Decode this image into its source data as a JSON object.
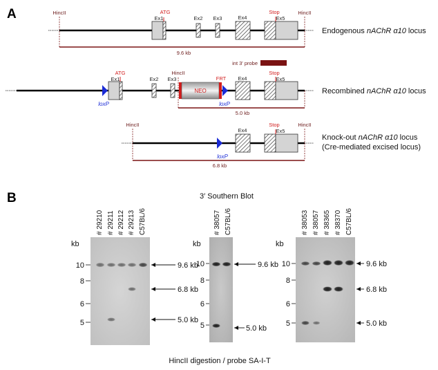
{
  "panel_a": {
    "letter": "A",
    "endogenous": {
      "hincII_left": "HincII",
      "hincII_right": "HincII",
      "atg": "ATG",
      "stop": "Stop",
      "exons": [
        "Ex1",
        "Ex2",
        "Ex3",
        "Ex4",
        "Ex5"
      ],
      "size": "9.6 kb",
      "desc_prefix": "Endogenous ",
      "desc_gene": "nAChR α10",
      "desc_suffix": " locus"
    },
    "probe_label": "int 3' probe",
    "recombined": {
      "atg": "ATG",
      "hincII": "HincII",
      "frt": "FRT",
      "stop": "Stop",
      "neo": "NEO",
      "exons": [
        "Ex1",
        "Ex2",
        "Ex3",
        "Ex4",
        "Ex5"
      ],
      "loxp_left": "loxP",
      "loxp_right": "loxP",
      "size": "5.0 kb",
      "desc_prefix": "Recombined ",
      "desc_gene": "nAChR α10",
      "desc_suffix": " locus"
    },
    "knockout": {
      "hincII_left": "HincII",
      "hincII_right": "HincII",
      "stop": "Stop",
      "exons": [
        "Ex4",
        "Ex5"
      ],
      "loxp": "loxP",
      "size": "6.8 kb",
      "desc_line1_prefix": "Knock-out ",
      "desc_line1_gene": "nAChR α10",
      "desc_line1_suffix": " locus",
      "desc_line2": "(Cre-mediated excised locus)"
    },
    "colors": {
      "red": "#d11c1c",
      "dark_red": "#7a1212",
      "blue": "#1a2bd6",
      "exon_fill": "#d4d4d4"
    }
  },
  "panel_b": {
    "letter": "B",
    "title": "3′ Southern Blot",
    "footer": "HincII digestion / probe SA-I-T",
    "blot1": {
      "lanes": [
        "# 29210",
        "# 29211",
        "# 29212",
        "# 29213",
        "C57BL/6"
      ],
      "kb_unit": "kb",
      "ladder": [
        "10",
        "8",
        "6",
        "5"
      ],
      "arrows": [
        "9.6 kb",
        "6.8 kb",
        "5.0 kb"
      ]
    },
    "blot2": {
      "lanes": [
        "# 38057",
        "C57BL/6"
      ],
      "kb_unit": "kb",
      "ladder": [
        "10",
        "8",
        "6",
        "5"
      ],
      "arrows": [
        "9.6 kb",
        "5.0 kb"
      ]
    },
    "blot3": {
      "lanes": [
        "# 38053",
        "# 38057",
        "# 38365",
        "# 38370",
        "C57BL/6"
      ],
      "kb_unit": "kb",
      "ladder": [
        "10",
        "8",
        "6",
        "5"
      ],
      "arrows": [
        "9.6 kb",
        "6.8 kb",
        "5.0 kb"
      ]
    }
  }
}
